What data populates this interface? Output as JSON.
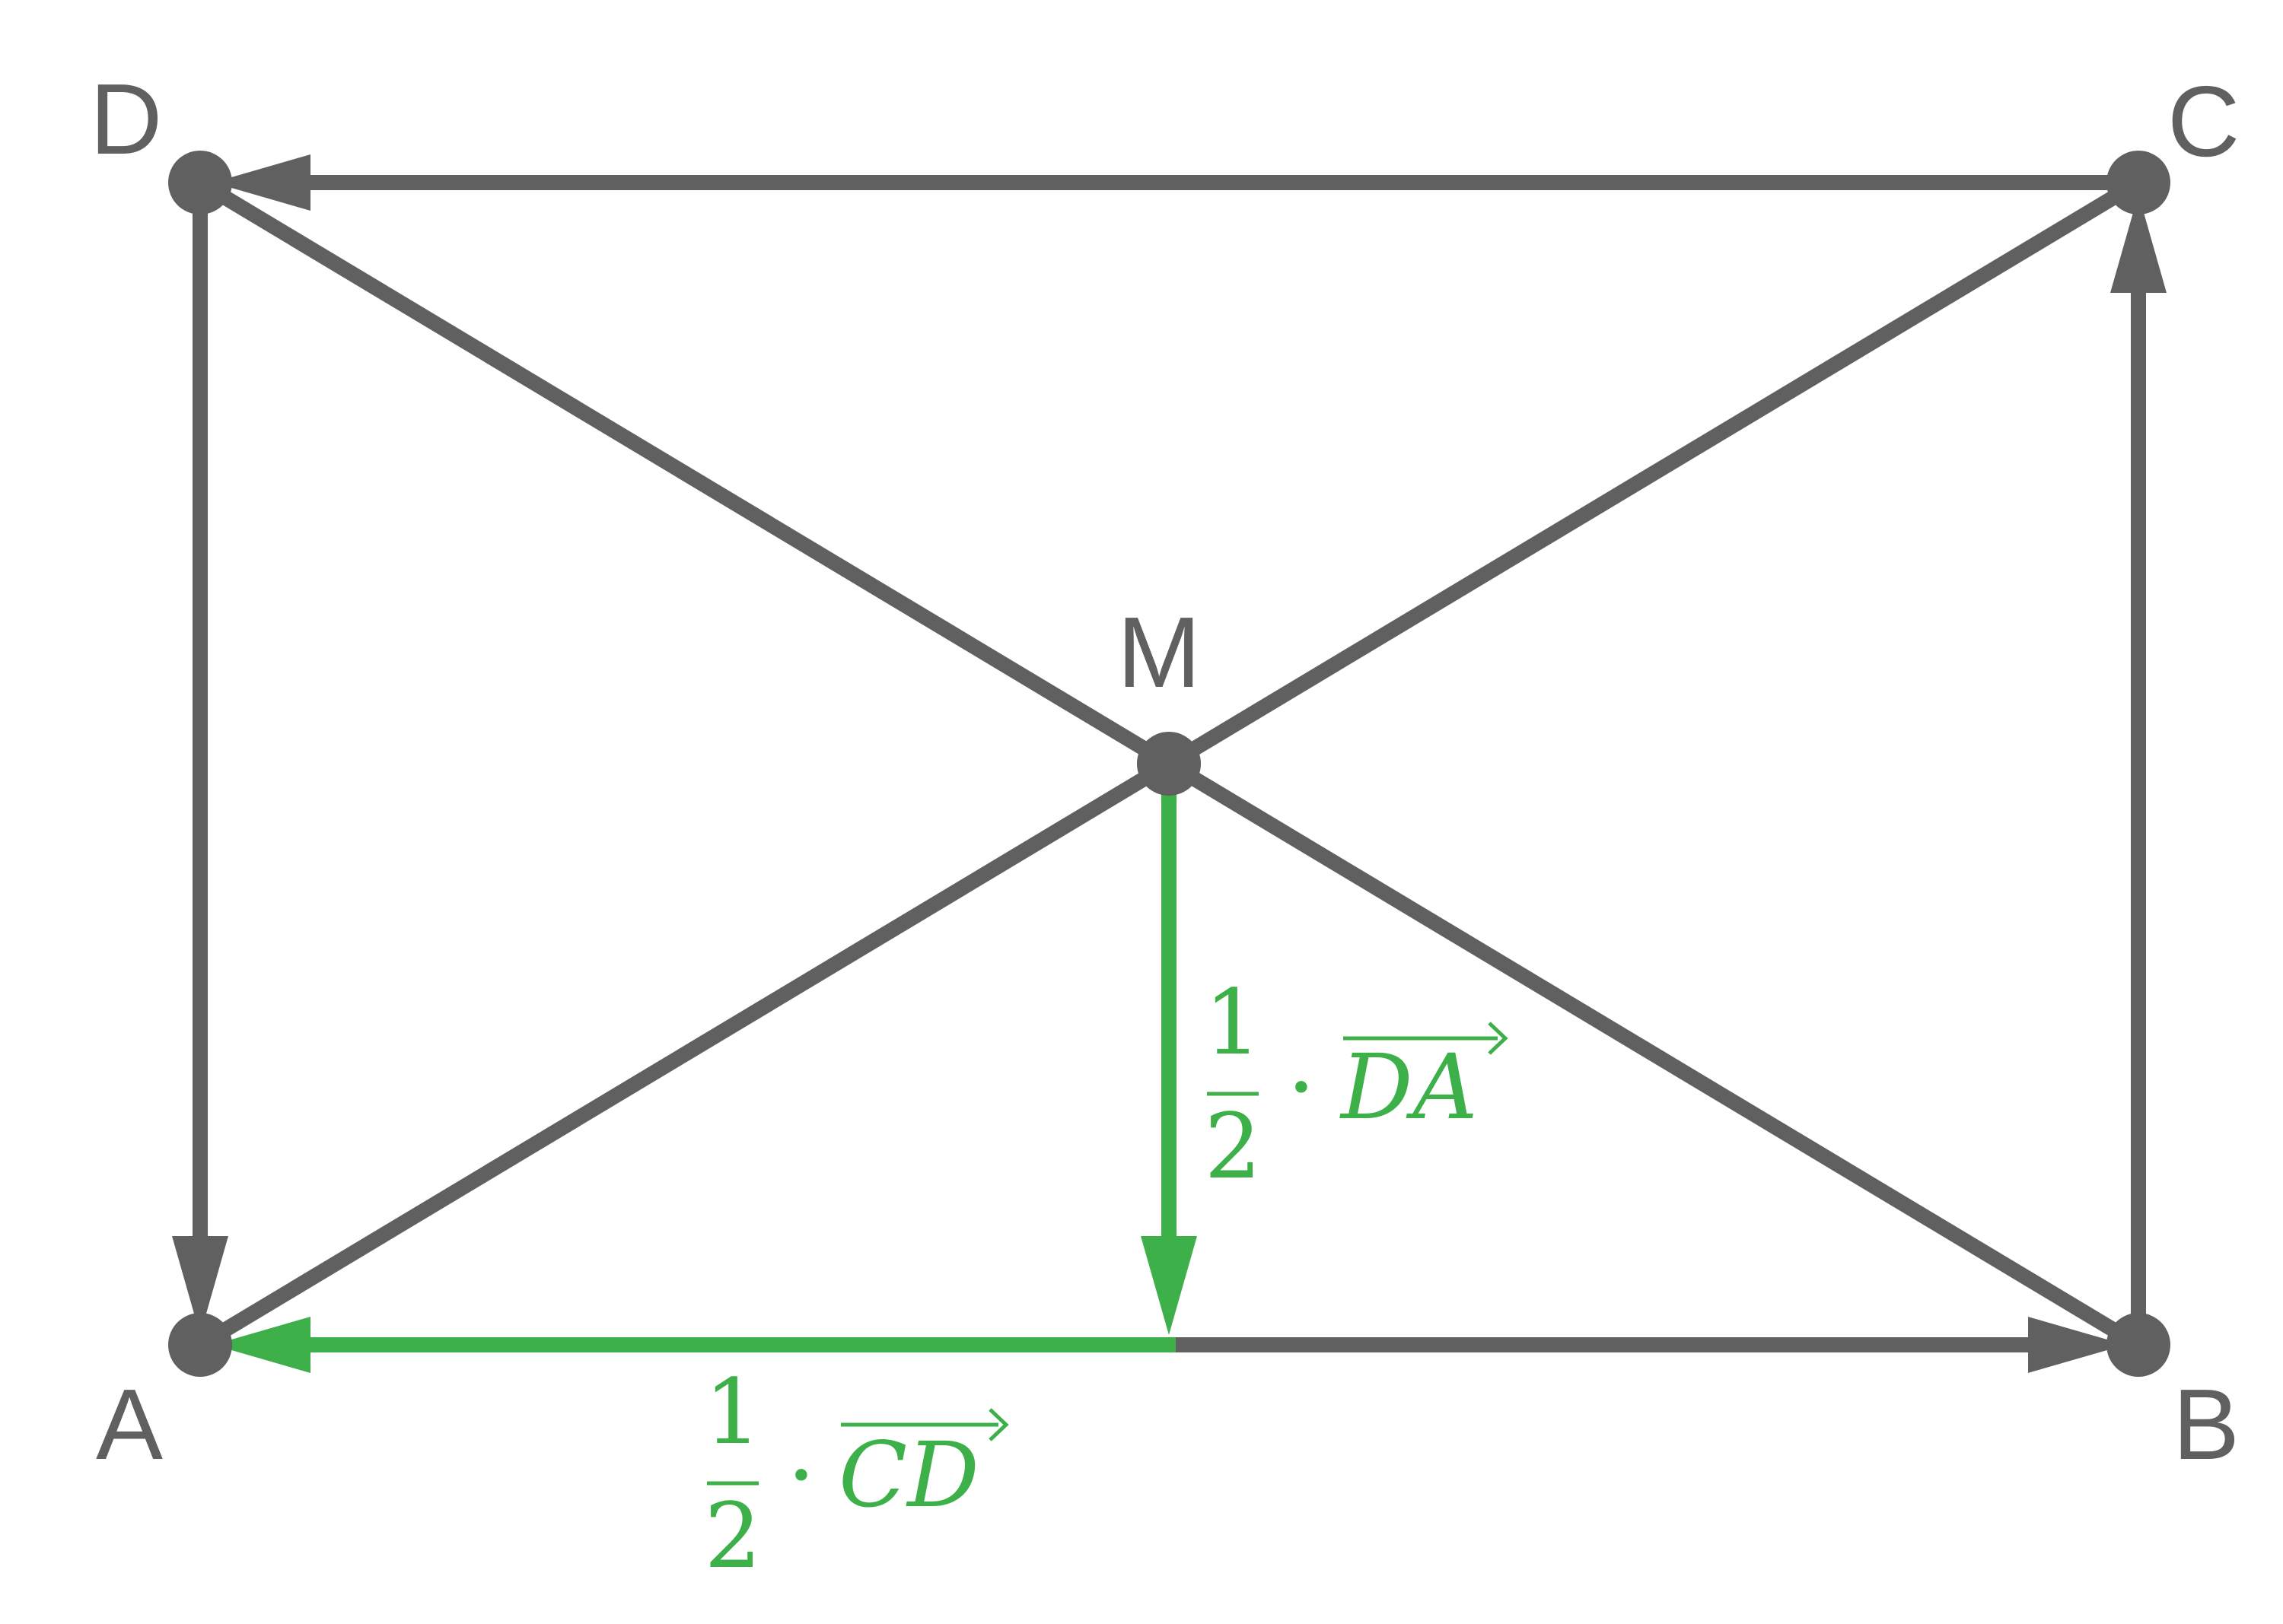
{
  "colors": {
    "edge": "#606060",
    "highlight": "#3db04a",
    "background": "#ffffff"
  },
  "points": {
    "A": "A",
    "B": "B",
    "C": "C",
    "D": "D",
    "M": "M"
  },
  "vector_labels": {
    "da": {
      "numerator": "1",
      "denominator": "2",
      "operator": "·",
      "vector": "DA"
    },
    "cd": {
      "numerator": "1",
      "denominator": "2",
      "operator": "·",
      "vector": "CD"
    }
  }
}
